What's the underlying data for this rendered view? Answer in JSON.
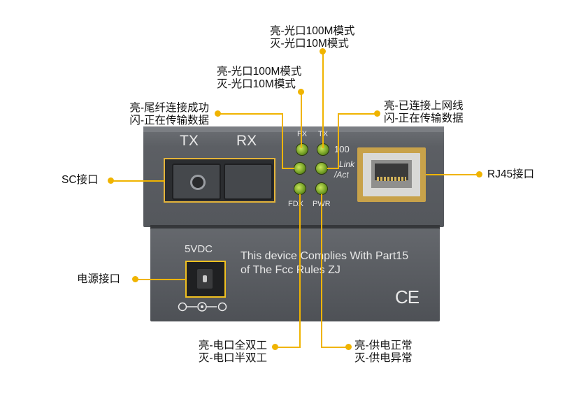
{
  "device": {
    "tx_label": "TX",
    "rx_label": "RX",
    "led_fx": "FX",
    "led_tx": "TX",
    "led_100": "100",
    "led_link": "Link",
    "led_act": "/Act",
    "led_fdx": "FDX",
    "led_pwr": "PWR",
    "power_label": "5VDC",
    "compliance_line1": "This device Complies With Part15",
    "compliance_line2": "of The Fcc Rules ZJ",
    "ce_mark": "CE"
  },
  "callouts": {
    "fx_led_top": {
      "line1": "亮-光口100M模式",
      "line2": "灭-光口10M模式"
    },
    "fx_led": {
      "line1": "亮-光口100M模式",
      "line2": "灭-光口10M模式"
    },
    "link_fiber": {
      "line1": "亮-尾纤连接成功",
      "line2": "闪-正在传输数据"
    },
    "link_rj45": {
      "line1": "亮-已连接上网线",
      "line2": "闪-正在传输数据"
    },
    "sc_port": "SC接口",
    "rj45_port": "RJ45接口",
    "power_port": "电源接口",
    "fdx_led": {
      "line1": "亮-电口全双工",
      "line2": "灭-电口半双工"
    },
    "pwr_led": {
      "line1": "亮-供电正常",
      "line2": "灭-供电异常"
    }
  },
  "colors": {
    "accent": "#f0b400",
    "led": "#8dbd2f",
    "device": "#5c5f64"
  }
}
